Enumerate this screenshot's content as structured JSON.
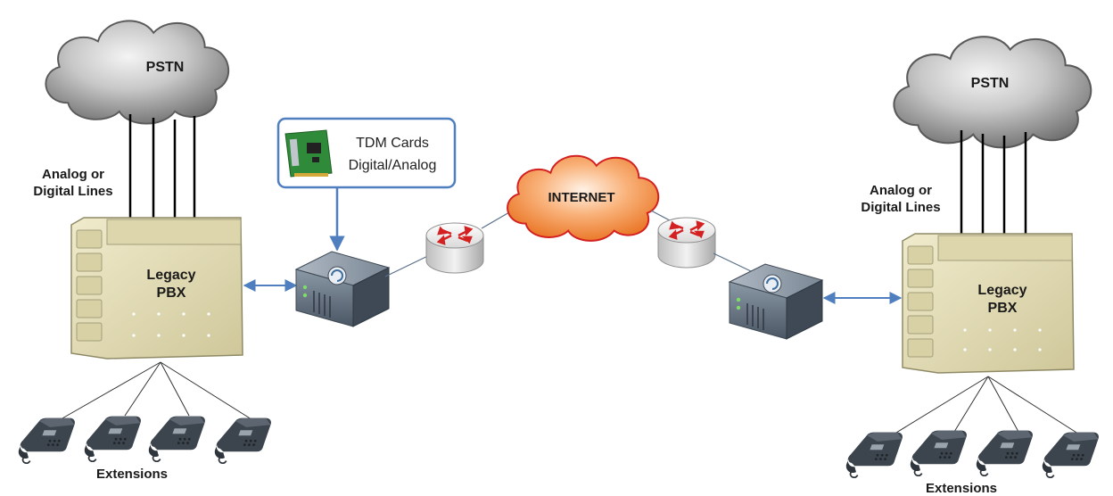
{
  "left_site": {
    "pstn_label": "PSTN",
    "lines_label_1": "Analog or",
    "lines_label_2": "Digital Lines",
    "pbx_label_1": "Legacy",
    "pbx_label_2": "PBX",
    "extensions_label": "Extensions"
  },
  "right_site": {
    "pstn_label": "PSTN",
    "lines_label_1": "Analog or",
    "lines_label_2": "Digital Lines",
    "pbx_label_1": "Legacy",
    "pbx_label_2": "PBX",
    "extensions_label": "Extensions"
  },
  "internet_label": "INTERNET",
  "tdm_card": {
    "line_1": "TDM Cards",
    "line_2": "Digital/Analog"
  },
  "colors": {
    "pstn_cloud": "#8c8c8c",
    "internet_cloud": "#f08a3c",
    "internet_outline": "#d42020",
    "pbx_body": "#e6e0b8",
    "arrow": "#4f7fbf",
    "server": "#5d6b7a",
    "router_arrow": "#d42020"
  },
  "icons": {
    "pstn": "cloud-icon",
    "internet": "cloud-icon",
    "router": "router-icon",
    "gateway": "server-icon",
    "phone": "phone-icon",
    "card": "circuit-card-icon"
  }
}
